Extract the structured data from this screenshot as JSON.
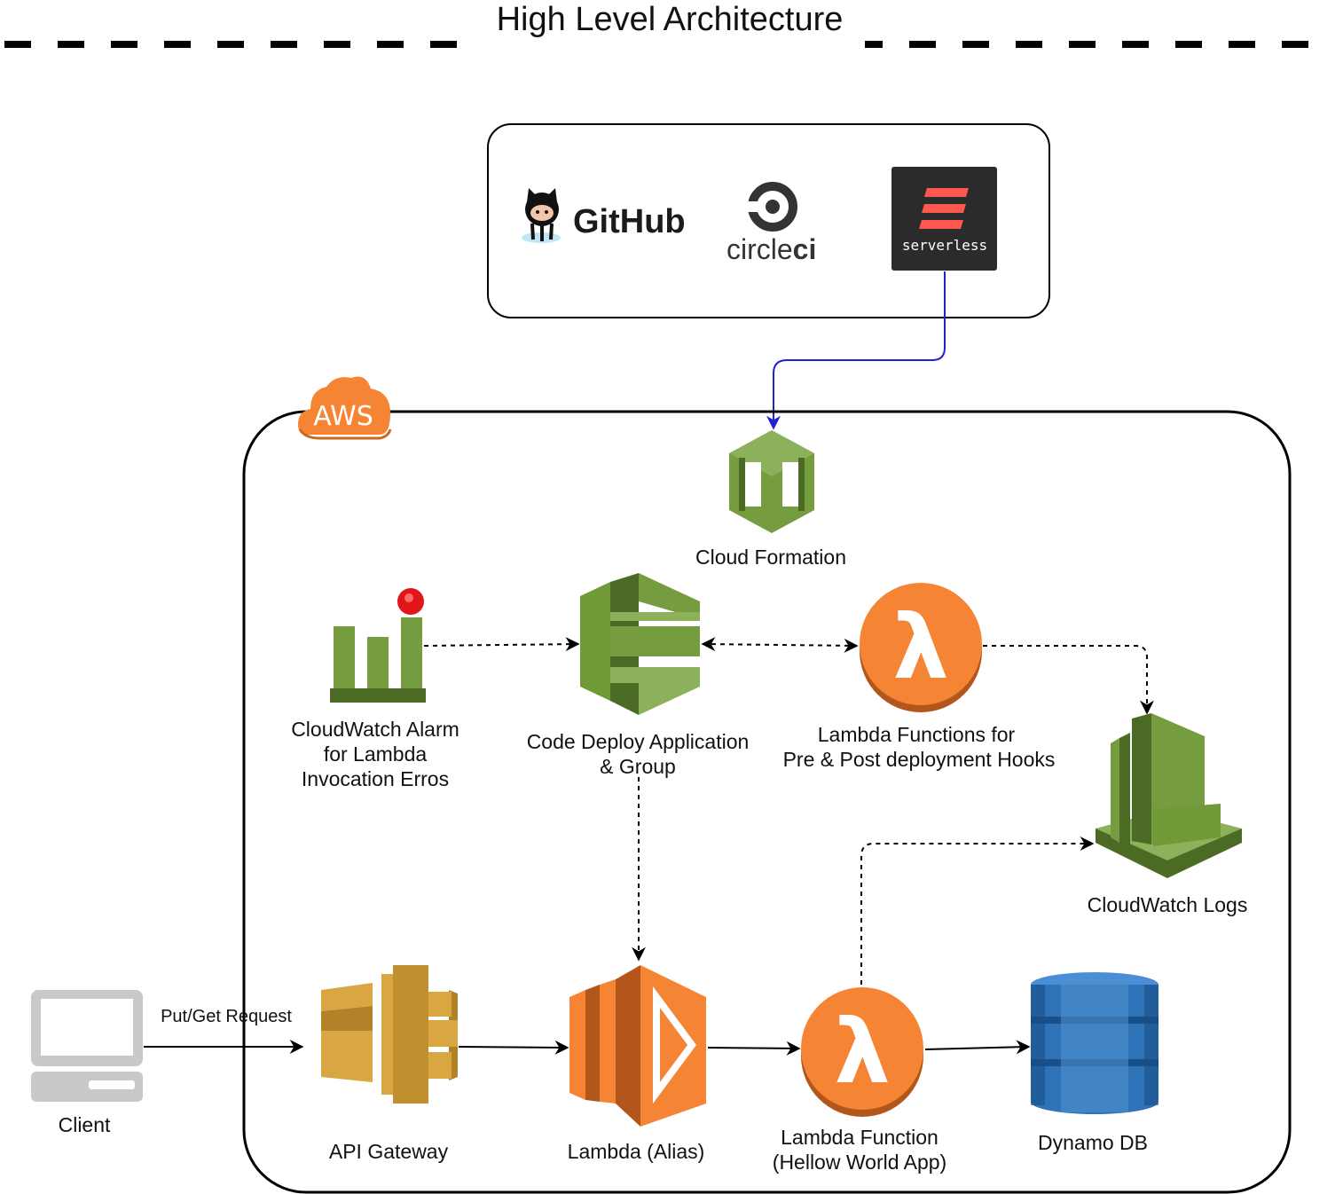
{
  "title": "High Level Architecture",
  "tools": {
    "github": "GitHub",
    "circleci_a": "circle",
    "circleci_b": "ci",
    "serverless": "serverless"
  },
  "aws_badge": "AWS",
  "nodes": {
    "cloud_formation": "Cloud Formation",
    "cloudwatch_alarm": [
      "CloudWatch Alarm",
      "for Lambda",
      "Invocation Erros"
    ],
    "code_deploy": [
      "Code Deploy Application",
      "& Group"
    ],
    "lambda_hooks": [
      "Lambda Functions for",
      "Pre & Post deployment Hooks"
    ],
    "cloudwatch_logs": "CloudWatch Logs",
    "client": "Client",
    "api_gateway": "API Gateway",
    "lambda_alias": "Lambda (Alias)",
    "lambda_function": [
      "Lambda Function",
      "(Hellow World App)"
    ],
    "dynamo_db": "Dynamo DB"
  },
  "edges": {
    "put_get": "Put/Get Request"
  },
  "colors": {
    "aws_green": "#6f9a37",
    "lambda_orange": "#f58534",
    "api_gold": "#d9a741",
    "dynamo_blue": "#2e73b8",
    "serverless_bg": "#2b2b2b",
    "serverless_red": "#fd5750",
    "deploy_arrow": "#2222cc"
  }
}
